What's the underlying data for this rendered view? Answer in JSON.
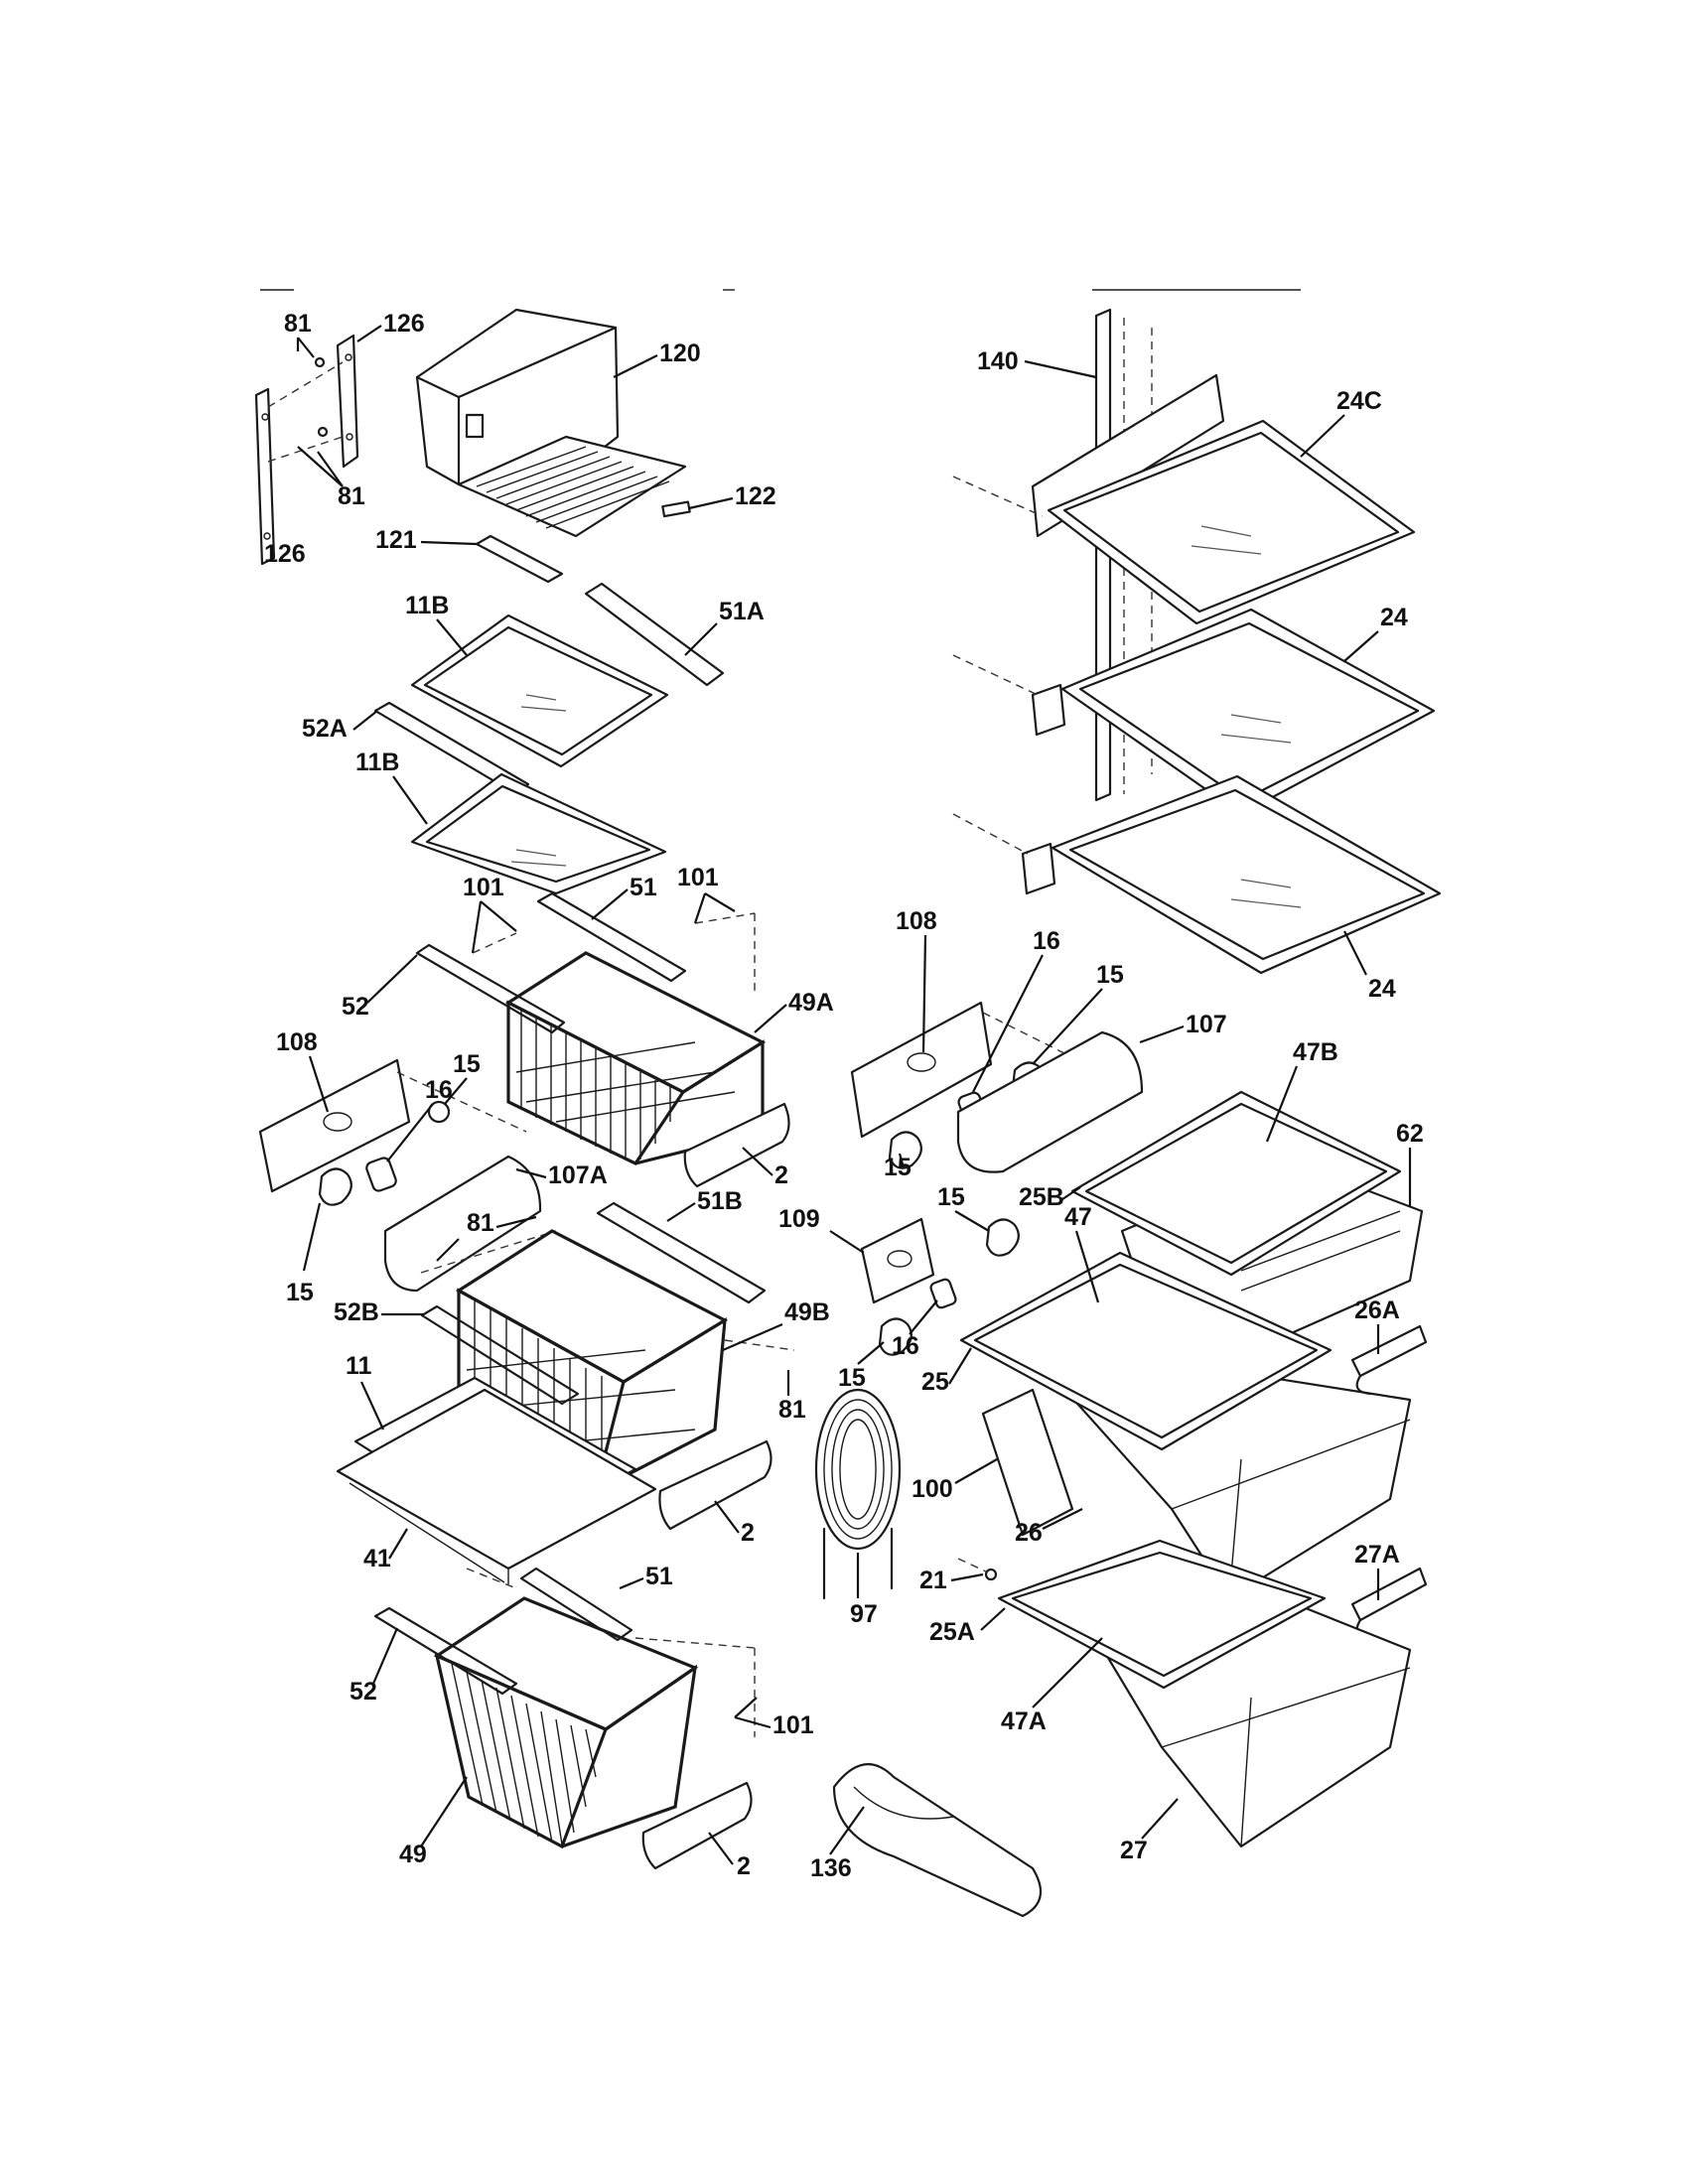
{
  "callouts": {
    "c81a": "81",
    "c126a": "126",
    "c81b": "81",
    "c126b": "126",
    "c120": "120",
    "c122": "122",
    "c121": "121",
    "c11Ba": "11B",
    "c51A": "51A",
    "c52A": "52A",
    "c11Bb": "11B",
    "c101a": "101",
    "c51a": "51",
    "c101b": "101",
    "c52a": "52",
    "c49A": "49A",
    "c108a": "108",
    "c15a": "15",
    "c16a": "16",
    "c107A": "107A",
    "c15b": "15",
    "c2a": "2",
    "c81c": "81",
    "c51B": "51B",
    "c52B": "52B",
    "c49B": "49B",
    "c11": "11",
    "c81d": "81",
    "c41": "41",
    "c2b": "2",
    "c51b": "51",
    "c52b": "52",
    "c101c": "101",
    "c49": "49",
    "c2c": "2",
    "c140": "140",
    "c24C": "24C",
    "c24a": "24",
    "c24b": "24",
    "c108b": "108",
    "c16b": "16",
    "c15c": "15",
    "c107": "107",
    "c15d": "15",
    "c47B": "47B",
    "c62": "62",
    "c25B": "25B",
    "c109": "109",
    "c15e": "15",
    "c16c": "16",
    "c15f": "15",
    "c47": "47",
    "c25": "25",
    "c26A": "26A",
    "c100": "100",
    "c26": "26",
    "c21": "21",
    "c97": "97",
    "c27A": "27A",
    "c25A": "25A",
    "c47A": "47A",
    "c136": "136",
    "c27": "27"
  }
}
